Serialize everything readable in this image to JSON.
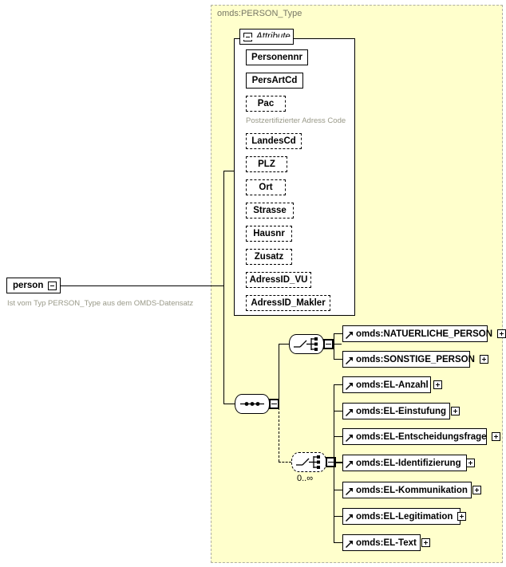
{
  "diagram": {
    "kind": "xsd-schema-diagram",
    "type_region_label": "omds:PERSON_Type",
    "attribute_section": {
      "tab_label": "Attribute",
      "toggle_icon": "minus-box-icon",
      "attributes": [
        {
          "name": "Personennr",
          "required": true,
          "note": null
        },
        {
          "name": "PersArtCd",
          "required": true,
          "note": null
        },
        {
          "name": "Pac",
          "required": false,
          "note": "Postzertifizierter Adress Code"
        },
        {
          "name": "LandesCd",
          "required": false,
          "note": null
        },
        {
          "name": "PLZ",
          "required": false,
          "note": null
        },
        {
          "name": "Ort",
          "required": false,
          "note": null
        },
        {
          "name": "Strasse",
          "required": false,
          "note": null
        },
        {
          "name": "Hausnr",
          "required": false,
          "note": null
        },
        {
          "name": "Zusatz",
          "required": false,
          "note": null
        },
        {
          "name": "AdressID_VU",
          "required": false,
          "note": null
        },
        {
          "name": "AdressID_Makler",
          "required": false,
          "note": null
        }
      ]
    },
    "root_element": {
      "name": "person",
      "toggle_icon": "minus-box-icon",
      "description": "Ist vom Typ PERSON_Type aus dem OMDS-Datensatz"
    },
    "compositors": [
      {
        "id": "choice-person",
        "kind": "choice",
        "icon": "choice-icon",
        "optional": false,
        "toggle_icon": "minus-box-icon",
        "occurs": null
      },
      {
        "id": "sequence-root",
        "kind": "sequence",
        "icon": "sequence-icon",
        "optional": false,
        "toggle_icon": "minus-box-icon",
        "occurs": null
      },
      {
        "id": "choice-el",
        "kind": "choice",
        "icon": "choice-icon",
        "optional": true,
        "toggle_icon": "minus-box-icon",
        "occurs": "0..∞"
      }
    ],
    "choice_person_elements": [
      {
        "name": "omds:NATUERLICHE_PERSON",
        "ref_icon": "element-ref-arrow-icon",
        "toggle_icon": "plus-box-icon"
      },
      {
        "name": "omds:SONSTIGE_PERSON",
        "ref_icon": "element-ref-arrow-icon",
        "toggle_icon": "plus-box-icon"
      }
    ],
    "choice_el_elements": [
      {
        "name": "omds:EL-Anzahl",
        "ref_icon": "element-ref-arrow-icon",
        "toggle_icon": "plus-box-icon"
      },
      {
        "name": "omds:EL-Einstufung",
        "ref_icon": "element-ref-arrow-icon",
        "toggle_icon": "plus-box-icon"
      },
      {
        "name": "omds:EL-Entscheidungsfrage",
        "ref_icon": "element-ref-arrow-icon",
        "toggle_icon": "plus-box-icon"
      },
      {
        "name": "omds:EL-Identifizierung",
        "ref_icon": "element-ref-arrow-icon",
        "toggle_icon": "plus-box-icon"
      },
      {
        "name": "omds:EL-Kommunikation",
        "ref_icon": "element-ref-arrow-icon",
        "toggle_icon": "plus-box-icon"
      },
      {
        "name": "omds:EL-Legitimation",
        "ref_icon": "element-ref-arrow-icon",
        "toggle_icon": "plus-box-icon"
      },
      {
        "name": "omds:EL-Text",
        "ref_icon": "element-ref-arrow-icon",
        "toggle_icon": "plus-box-icon"
      }
    ],
    "colors": {
      "type_region_fill": "#ffffcc",
      "type_region_border": "#b0b0a0",
      "box_fill": "#ffffff",
      "box_border": "#000000",
      "shadow": "#c0c0c0",
      "note_text": "#999988",
      "type_label_text": "#777766"
    }
  }
}
